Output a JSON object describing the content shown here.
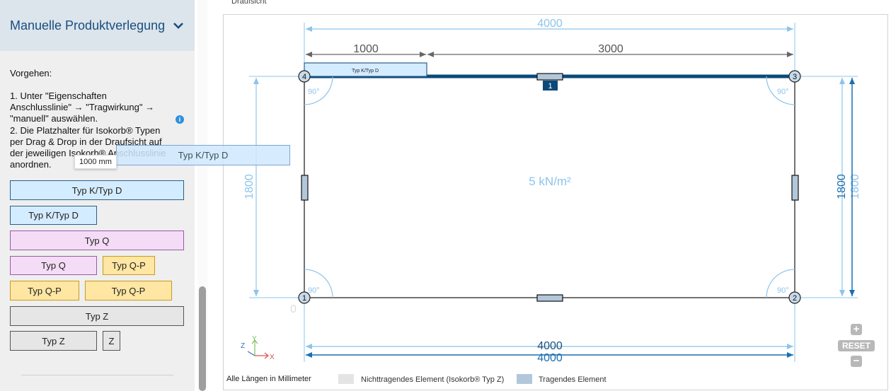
{
  "sidebar": {
    "title": "Manuelle Produktverlegung",
    "instructions": [
      "Vorgehen:",
      "1. Unter \"Eigenschaften",
      "Anschlusslinie\" → \"Tragwirkung\" →",
      "\"manuell\" auswählen.",
      "2. Die Platzhalter für Isokorb® Typen",
      "per Drag & Drop in der Draufsicht auf",
      "der jeweiligen Isokorb® Anschlusslinie",
      "anordnen."
    ],
    "info_icon": "info-icon",
    "buttons": {
      "kd_wide": "Typ K/Typ D",
      "kd_small": "Typ K/Typ D",
      "q_wide": "Typ Q",
      "q_small": "Typ Q",
      "qp_1": "Typ Q-P",
      "qp_2": "Typ Q-P",
      "qp_3": "Typ Q-P",
      "z_wide": "Typ Z",
      "z_small": "Typ Z",
      "z_tiny": "Z"
    },
    "drag_ghost": "Typ K/Typ D",
    "drag_tooltip": "1000 mm"
  },
  "view": {
    "title": "Draufsicht",
    "load_label": "5 kN/m²",
    "dims": {
      "top_total": "4000",
      "top_left": "1000",
      "top_right": "3000",
      "left_height": "1800",
      "right_height_a": "1800",
      "right_height_b": "1800",
      "bottom_a": "4000",
      "bottom_b": "4000"
    },
    "corners": [
      "1",
      "2",
      "3",
      "4"
    ],
    "angle_label": "90°",
    "origin_label": "0",
    "edge_number": "1",
    "placed_element": "Typ K/Typ D",
    "axes": {
      "x": "X",
      "y": "Y",
      "z": "Z"
    },
    "zoom_in": "+",
    "zoom_out": "−",
    "reset": "RESET"
  },
  "legend": {
    "units": "Alle Längen in Millimeter",
    "nontragend": "Nichttragendes Element (Isokorb® Typ Z)",
    "tragend": "Tragendes Element"
  },
  "colors": {
    "accent_dark": "#0a4a7a",
    "dim_light": "#8cc4ec",
    "dim_dark": "#1a6fb0"
  }
}
